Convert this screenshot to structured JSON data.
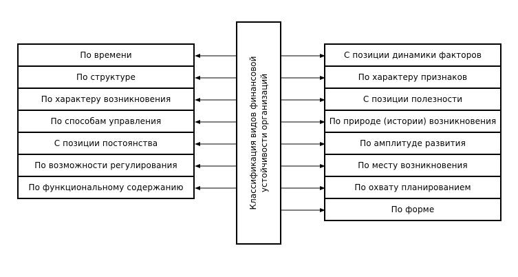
{
  "center": {
    "title_line1": "Классификация видов финансовой",
    "title_line2": "устойчивости организаций"
  },
  "left": {
    "items": [
      {
        "label": "По времени"
      },
      {
        "label": "По структуре"
      },
      {
        "label": "По характеру возникновения"
      },
      {
        "label": "По способам управления"
      },
      {
        "label": "С позиции постоянства"
      },
      {
        "label": "По возможности регулирования"
      },
      {
        "label": "По функциональному содержанию"
      }
    ]
  },
  "right": {
    "items": [
      {
        "label": "С позиции динамики факторов"
      },
      {
        "label": "По характеру признаков"
      },
      {
        "label": "С позиции полезности"
      },
      {
        "label": "По природе (истории) возникновения"
      },
      {
        "label": "По амплитуде развития"
      },
      {
        "label": "По месту возникновения"
      },
      {
        "label": "По охвату планированием"
      },
      {
        "label": "По форме"
      }
    ]
  },
  "colors": {
    "line": "#000000",
    "background": "#ffffff"
  }
}
